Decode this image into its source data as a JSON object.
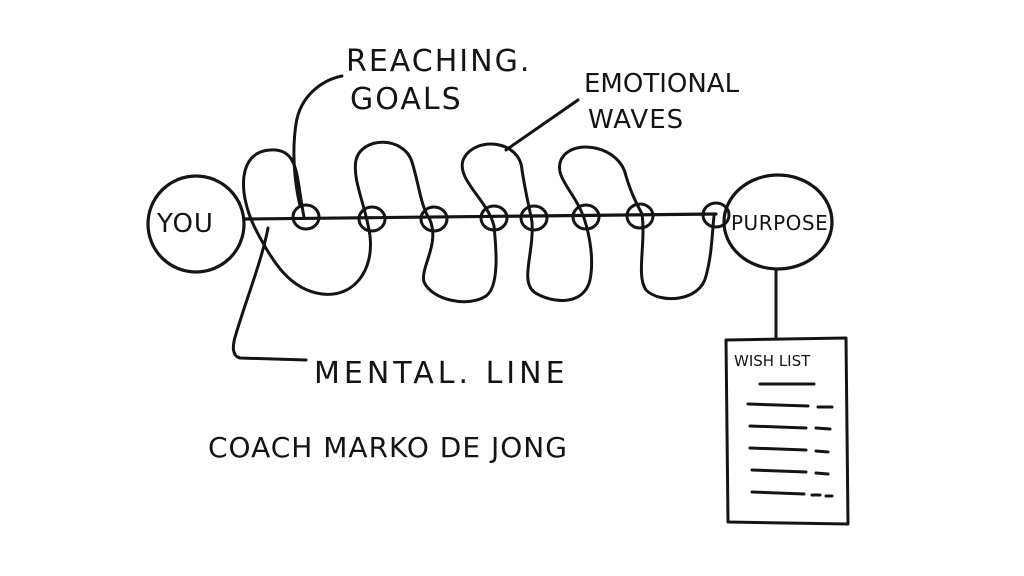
{
  "labels": {
    "you": "YOU",
    "purpose": "PURPOSE",
    "reaching_goals_line1": "REACHING.",
    "reaching_goals_line2": "GOALS",
    "emotional_line1": "EMOTIONAL",
    "emotional_line2": "WAVES",
    "mental_line": "MENTAL. LINE",
    "wish_list": "WISH LIST",
    "author": "COACH MARKO DE JONG"
  },
  "colors": {
    "ink": "#141414",
    "paper": "#ffffff"
  }
}
